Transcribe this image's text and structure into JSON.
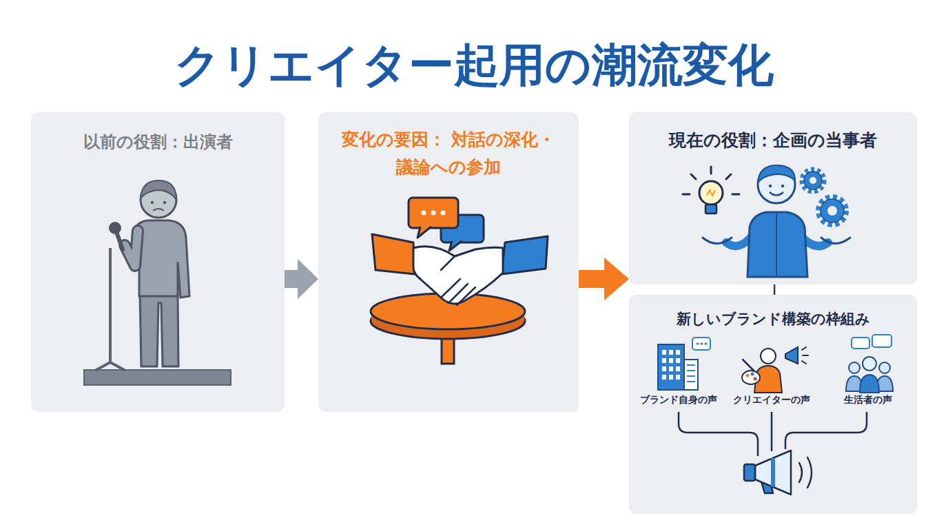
{
  "diagram": {
    "title": "クリエイター起用の潮流変化",
    "nodes": [
      {
        "text": [
          "以前の役割：出演者"
        ]
      },
      {
        "text": [
          "変化の要因： 対話の深化・議論への参加"
        ]
      },
      {
        "text": [
          "現在の役割：企画の当事者"
        ]
      },
      {
        "text": [
          "新しいブランド構築の枠組み"
        ]
      }
    ],
    "edges": [
      {
        "from": 0,
        "to": 1,
        "arrow": "to"
      },
      {
        "from": 1,
        "to": 2,
        "arrow": "to"
      },
      {
        "from": 2,
        "to": 3,
        "arrow": "none"
      }
    ],
    "labels": [
      "ブランド自身の声",
      "クリエイターの声",
      "生活者の声"
    ]
  }
}
